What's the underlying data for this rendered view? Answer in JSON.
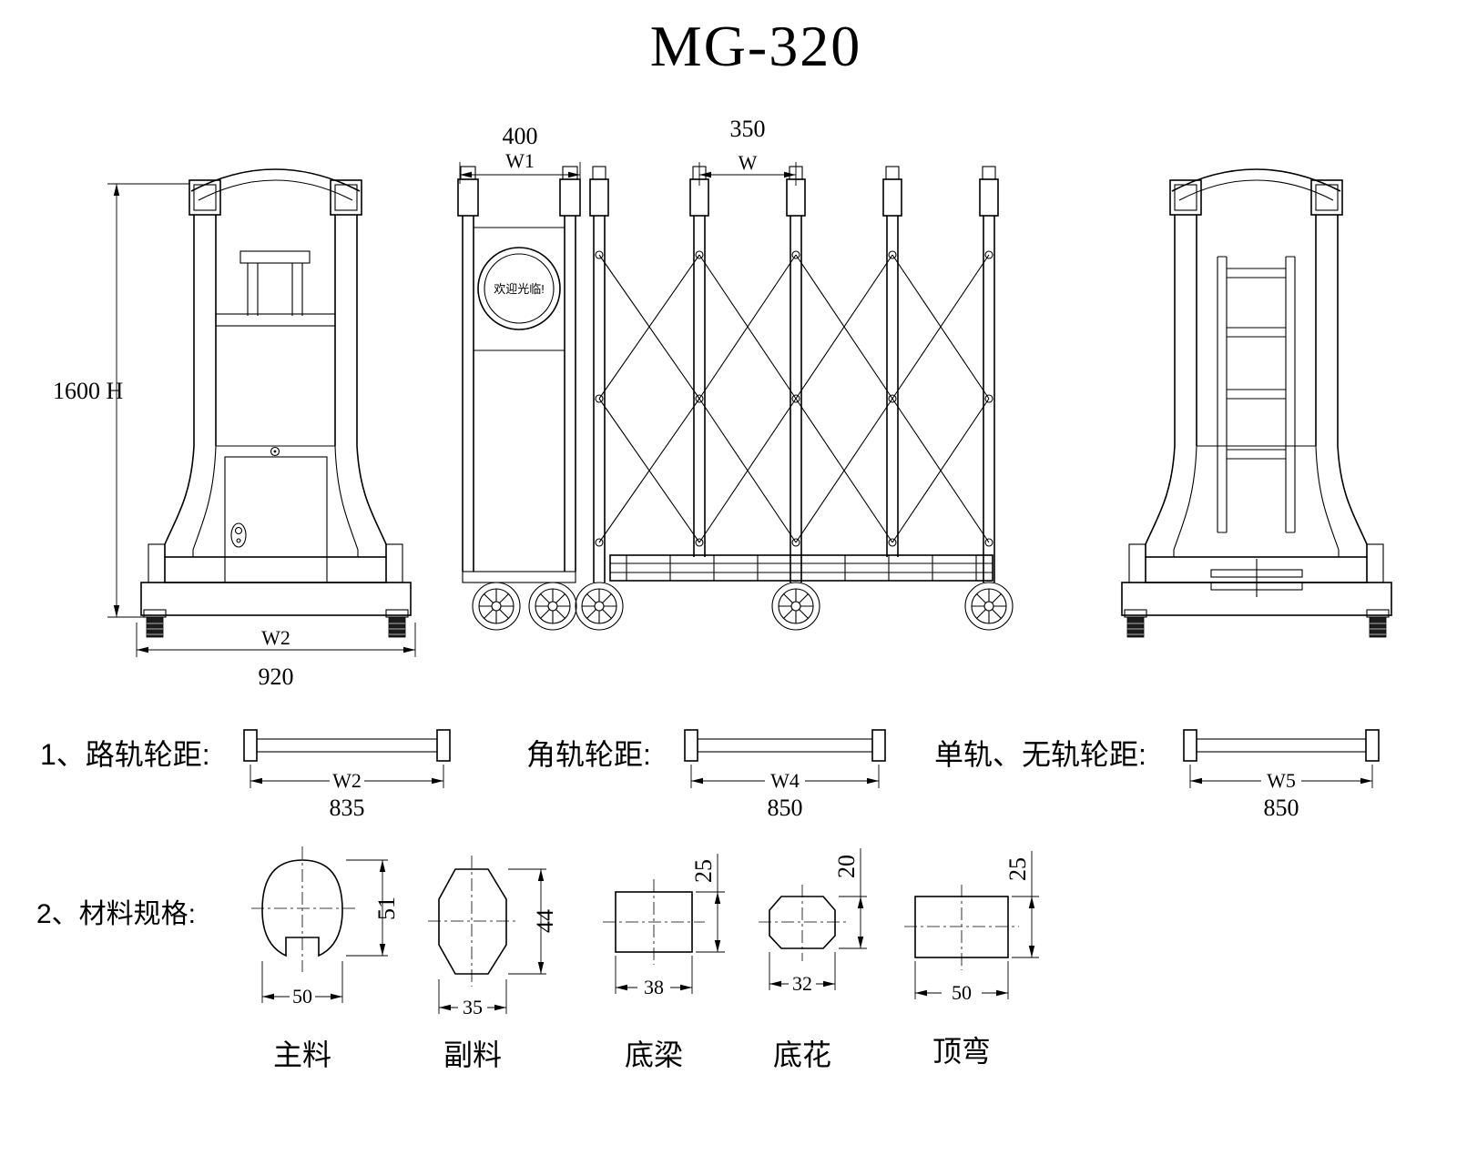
{
  "title": "MG-320",
  "left_view": {
    "height_dim": "1600 H",
    "width_dim_label": "W2",
    "width_dim_value": "920"
  },
  "middle_view": {
    "post_width_value": "400",
    "post_width_label": "W1",
    "pitch_value": "350",
    "pitch_label": "W",
    "sign_text": "欢迎光临!"
  },
  "wheel_spacing": {
    "road_rail": {
      "label": "1、路轨轮距:",
      "dim_label": "W2",
      "dim_value": "835"
    },
    "corner_rail": {
      "label": "角轨轮距:",
      "dim_label": "W4",
      "dim_value": "850"
    },
    "single_trackless": {
      "label": "单轨、无轨轮距:",
      "dim_label": "W5",
      "dim_value": "850"
    }
  },
  "materials": {
    "label": "2、材料规格:",
    "profiles": [
      {
        "name": "主料",
        "width": "50",
        "height": "51"
      },
      {
        "name": "副料",
        "width": "35",
        "height": "44"
      },
      {
        "name": "底梁",
        "width": "38",
        "height": "25"
      },
      {
        "name": "底花",
        "width": "32",
        "height": "20"
      },
      {
        "name": "顶弯",
        "width": "50",
        "height": "25"
      }
    ]
  }
}
